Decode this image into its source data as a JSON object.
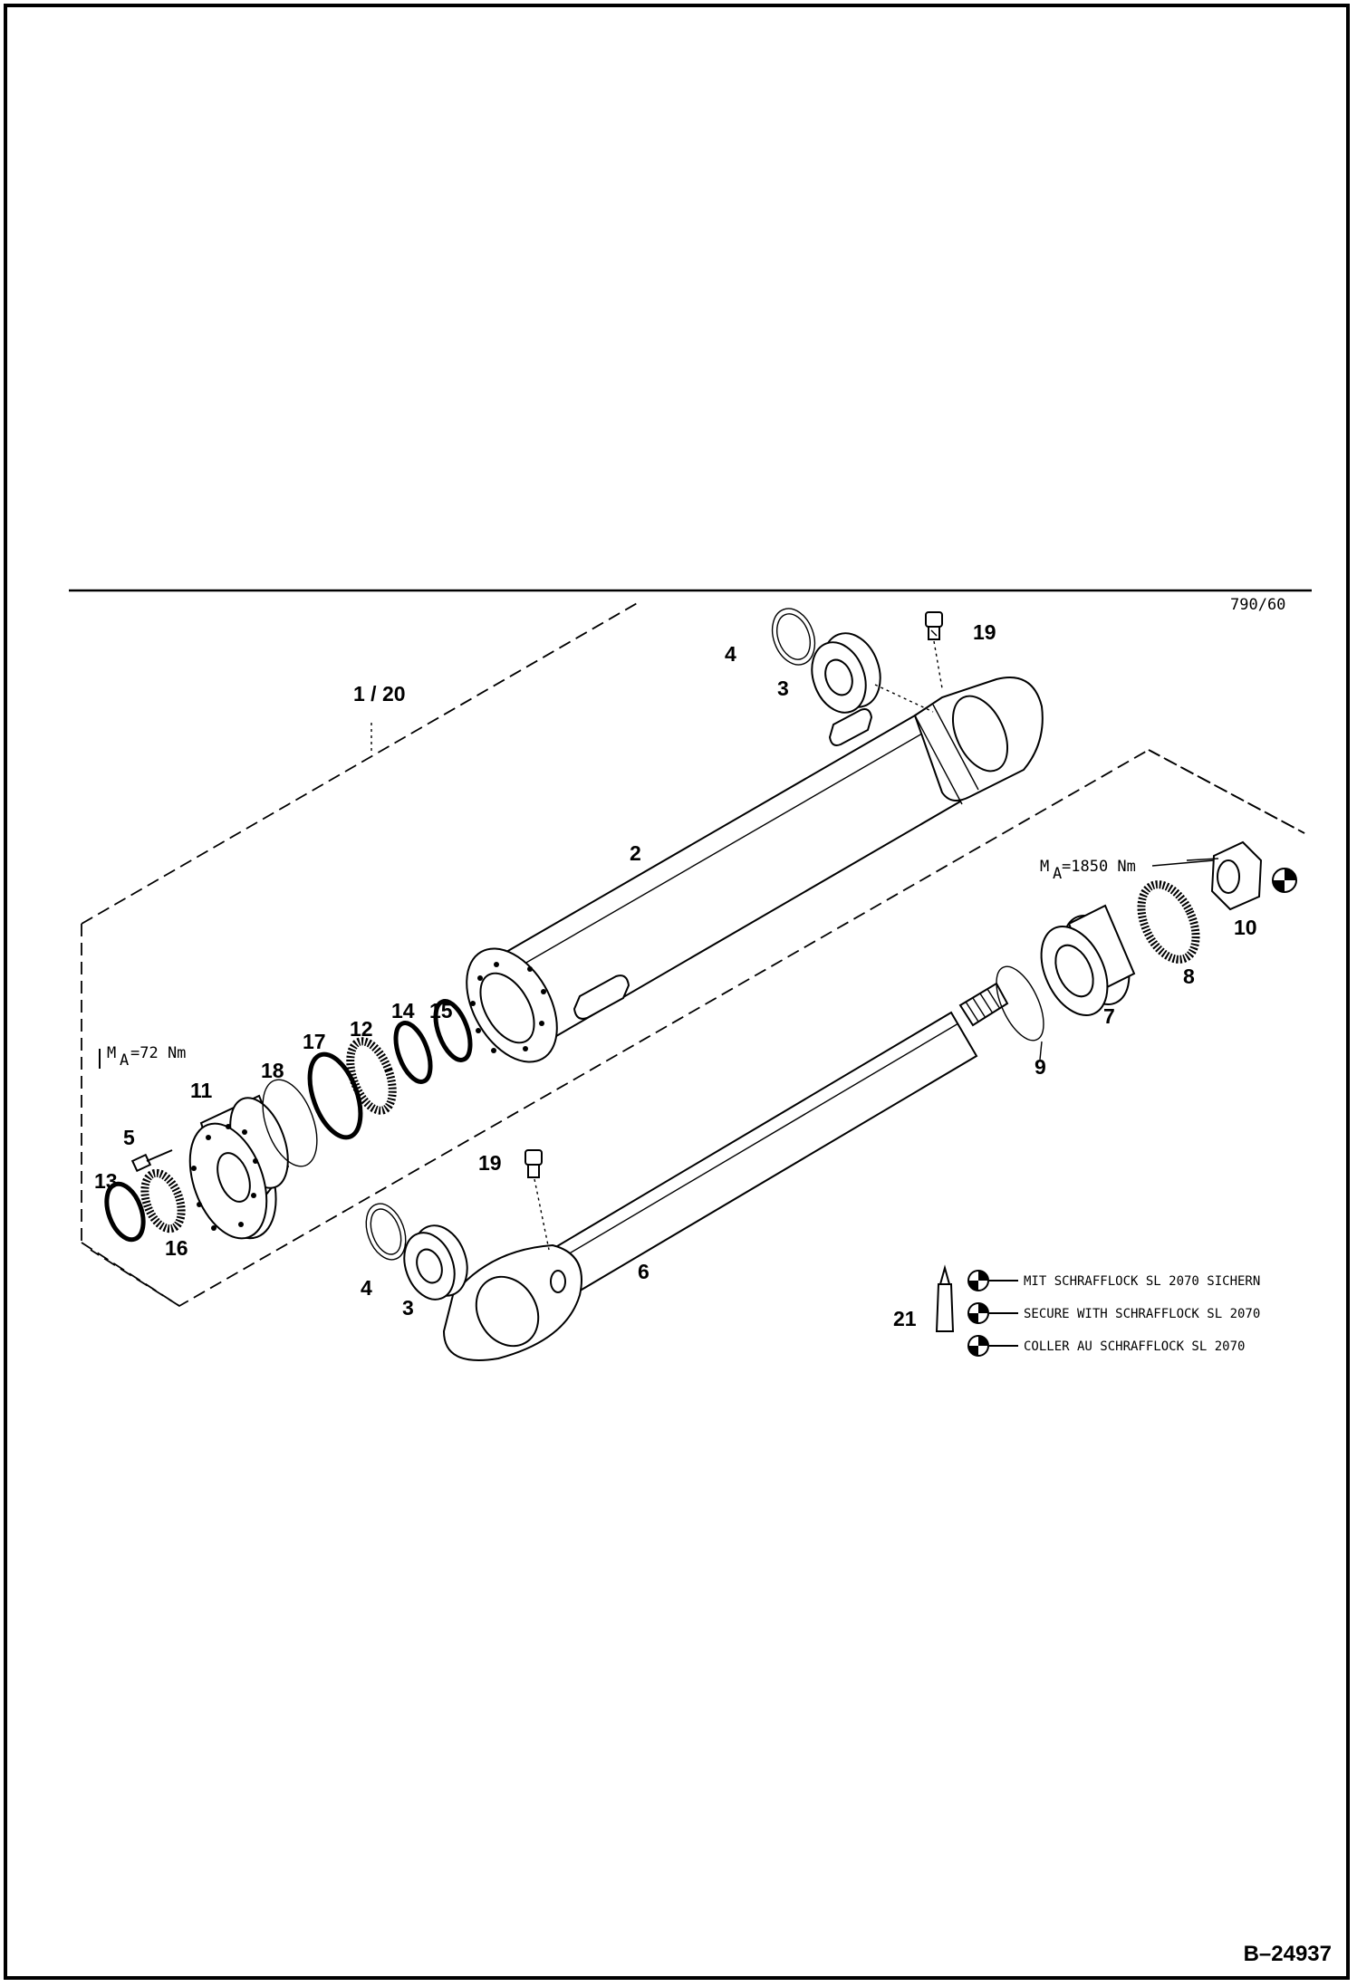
{
  "sheet": {
    "page_code": "790/60",
    "document_number": "B–24937"
  },
  "callouts": {
    "c1_20": "1 / 20",
    "c2": "2",
    "c3a": "3",
    "c3b": "3",
    "c4a": "4",
    "c4b": "4",
    "c5": "5",
    "c6": "6",
    "c7": "7",
    "c8": "8",
    "c9": "9",
    "c10": "10",
    "c11": "11",
    "c12": "12",
    "c13": "13",
    "c14": "14",
    "c15": "15",
    "c16": "16",
    "c17": "17",
    "c18": "18",
    "c19a": "19",
    "c19b": "19",
    "c21": "21"
  },
  "torques": {
    "cover_bolts": "M",
    "cover_bolts_sub": "A",
    "cover_bolts_value": "=72 Nm",
    "piston_nut": "M",
    "piston_nut_sub": "A",
    "piston_nut_value": "=1850 Nm"
  },
  "legend": {
    "line_de": "MIT SCHRAFFLOCK SL 2070 SICHERN",
    "line_en": "SECURE WITH SCHRAFFLOCK SL 2070",
    "line_fr": "COLLER AU SCHRAFFLOCK SL 2070"
  }
}
